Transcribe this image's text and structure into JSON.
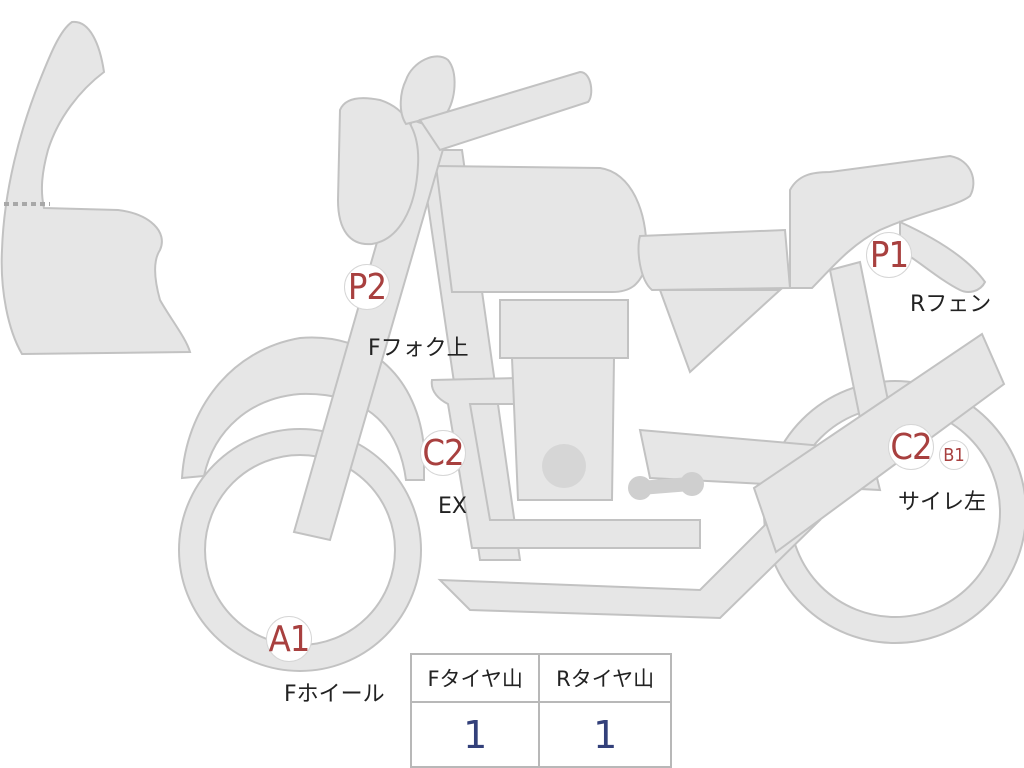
{
  "markers": {
    "p2": "P2",
    "p1": "P1",
    "c2_front": "C2",
    "c2_rear": "C2",
    "b1": "B1",
    "a1": "A1"
  },
  "labels": {
    "front_fork_upper": "Fフォク上",
    "rear_fender": "Rフェン",
    "exhaust": "EX",
    "silencer_left": "サイレ左",
    "front_wheel": "Fホイール"
  },
  "tread_table": {
    "headers": [
      "Fタイヤ山",
      "Rタイヤ山"
    ],
    "values": [
      "1",
      "1"
    ]
  },
  "colors": {
    "part_fill": "#e6e6e6",
    "part_stroke": "#c2c2c2",
    "marker_text": "#a8403f",
    "value_text": "#33407a"
  }
}
